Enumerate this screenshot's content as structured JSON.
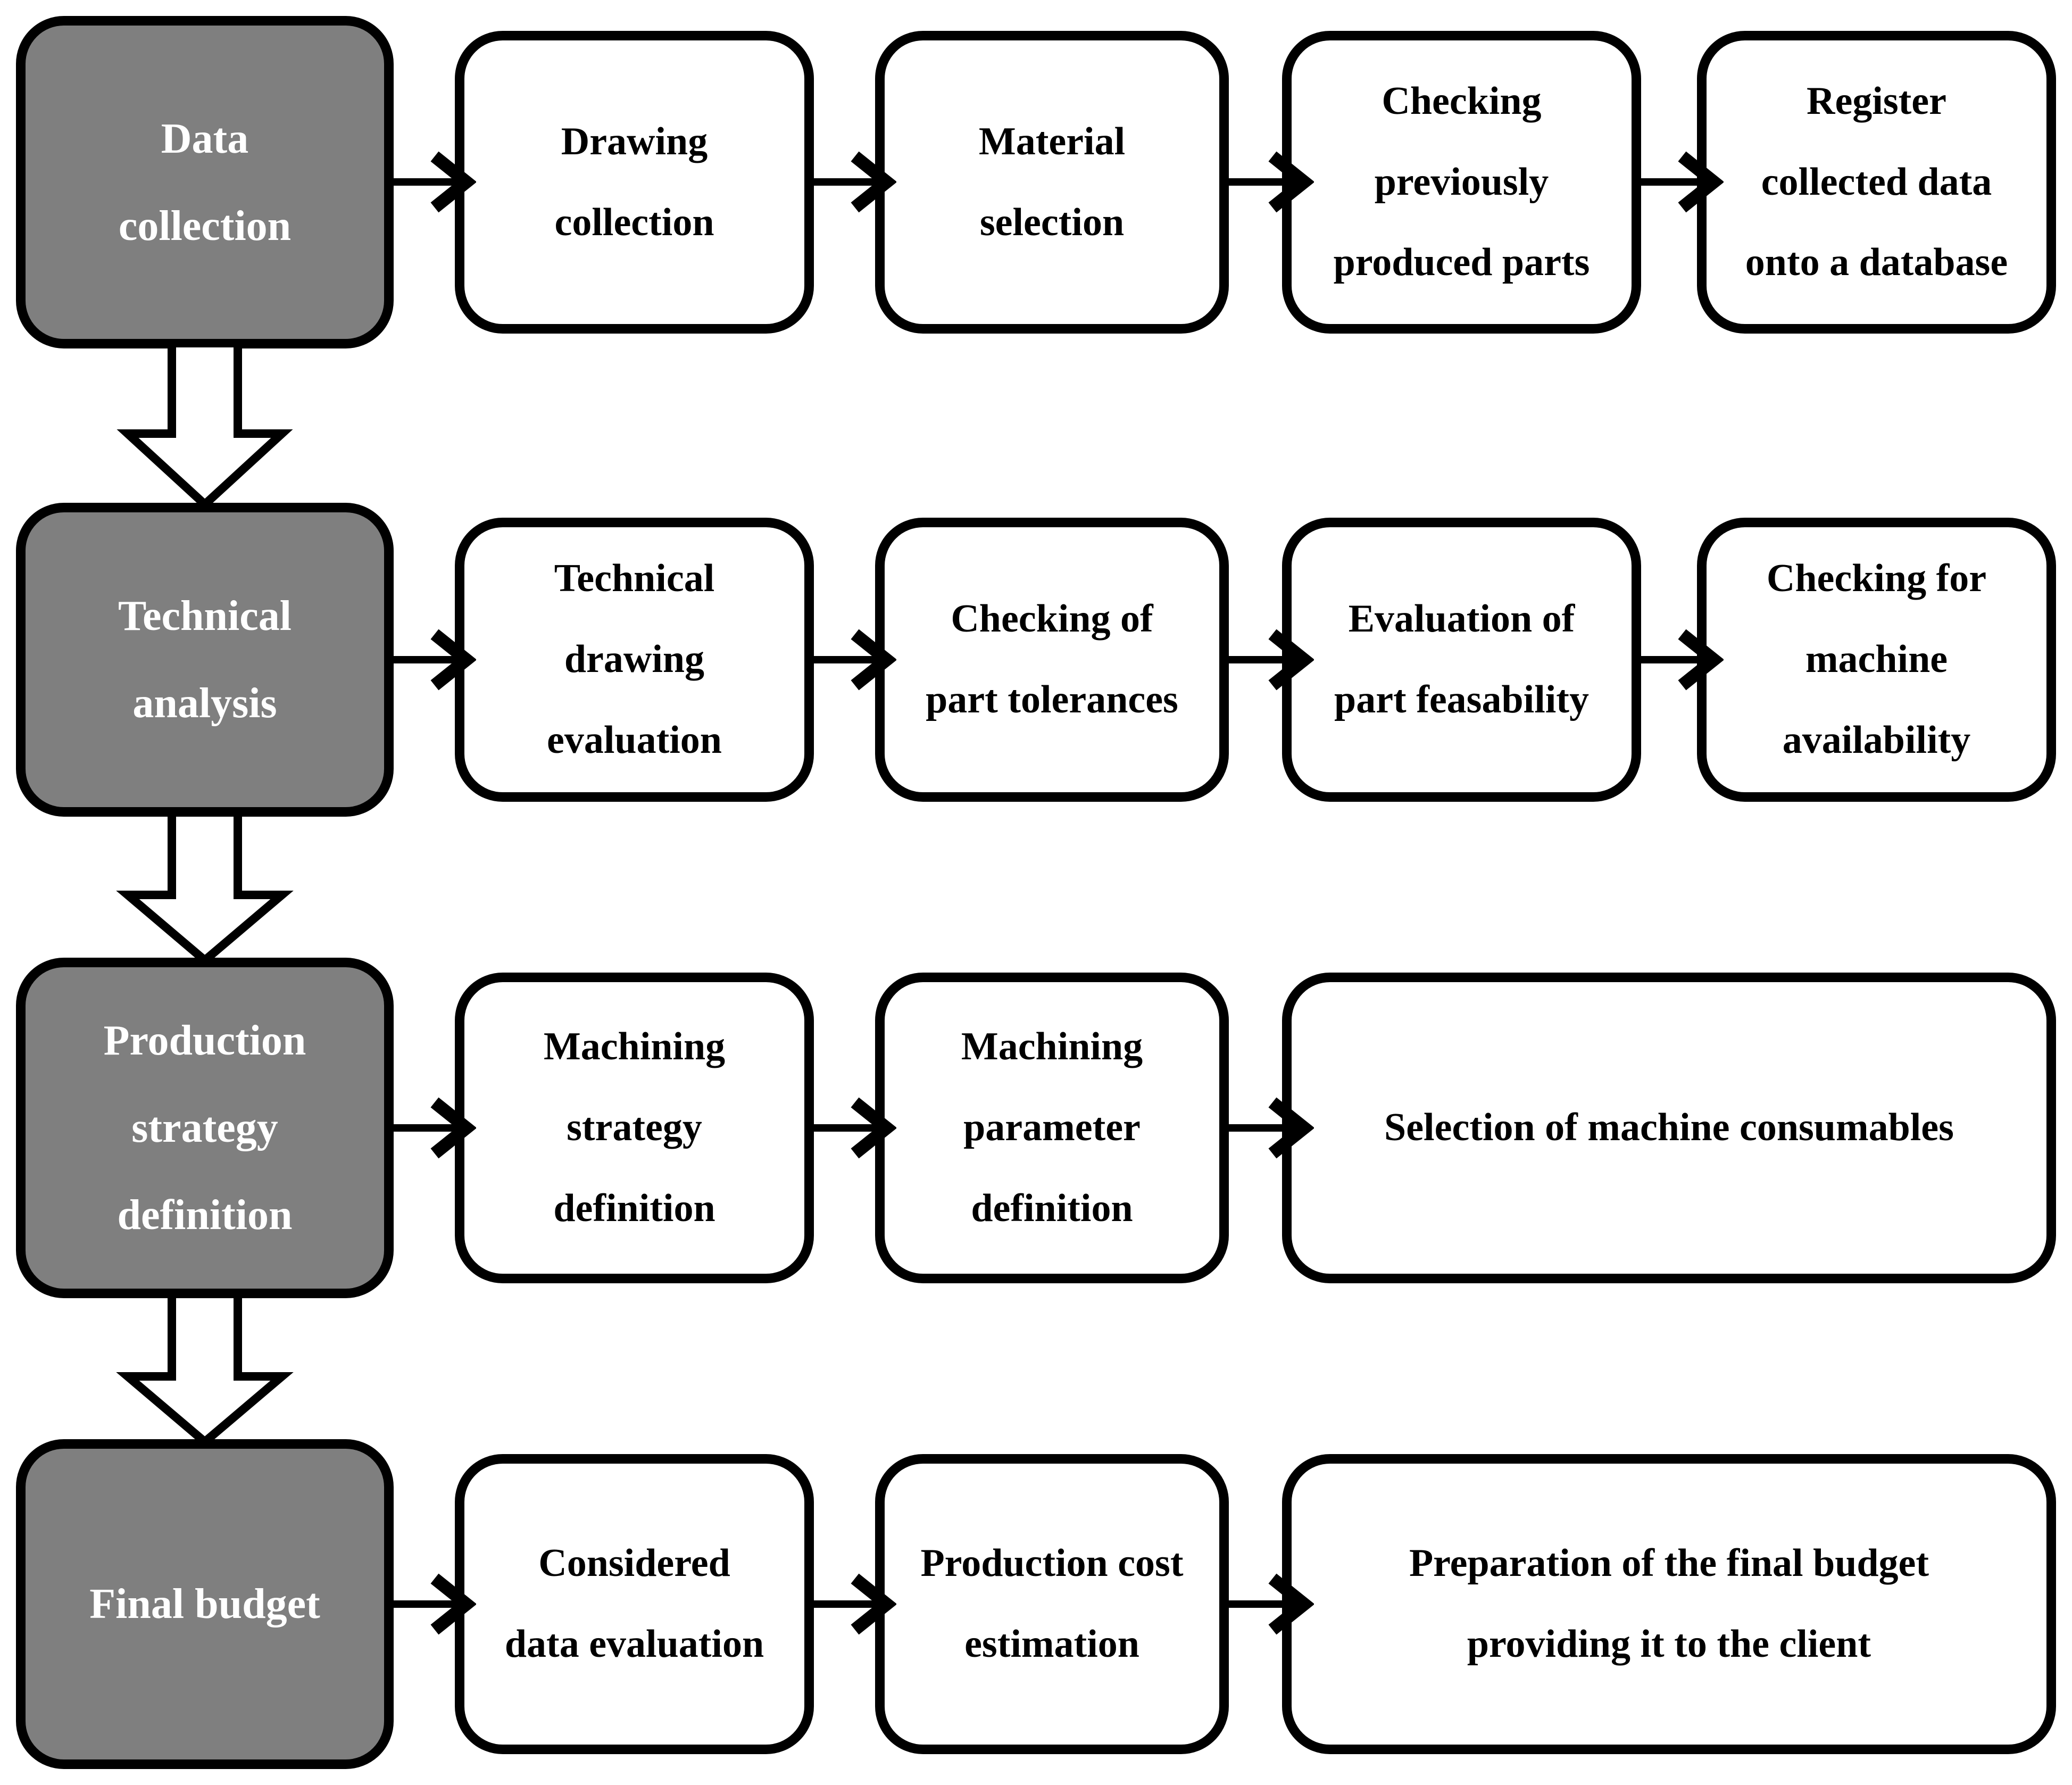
{
  "figure": {
    "type": "flowchart",
    "background": "#ffffff",
    "colors": {
      "stage_fill": "#7f7f7f",
      "stage_text": "#ffffff",
      "step_fill": "#ffffff",
      "step_text": "#000000",
      "outline": "#000000",
      "block_arrow_fill": "#ffffff"
    },
    "rows": [
      {
        "stage": "Data\ncollection",
        "steps": [
          {
            "label": "Drawing\ncollection"
          },
          {
            "label": "Material\nselection"
          },
          {
            "label": "Checking\npreviously\nproduced parts"
          },
          {
            "label": "Register\ncollected data\nonto a database"
          }
        ]
      },
      {
        "stage": "Technical\nanalysis",
        "steps": [
          {
            "label": "Technical\ndrawing\nevaluation"
          },
          {
            "label": "Checking of\npart tolerances"
          },
          {
            "label": "Evaluation of\npart feasability"
          },
          {
            "label": "Checking for\nmachine\navailability"
          }
        ]
      },
      {
        "stage": "Production\nstrategy\ndefinition",
        "steps": [
          {
            "label": "Machining\nstrategy\ndefinition"
          },
          {
            "label": "Machining\nparameter\ndefinition"
          },
          {
            "label": "Selection of machine consumables"
          }
        ]
      },
      {
        "stage": "Final budget",
        "steps": [
          {
            "label": "Considered\ndata evaluation"
          },
          {
            "label": "Production cost\nestimation"
          },
          {
            "label": "Preparation of the final budget\nproviding it to the client"
          }
        ]
      }
    ]
  }
}
